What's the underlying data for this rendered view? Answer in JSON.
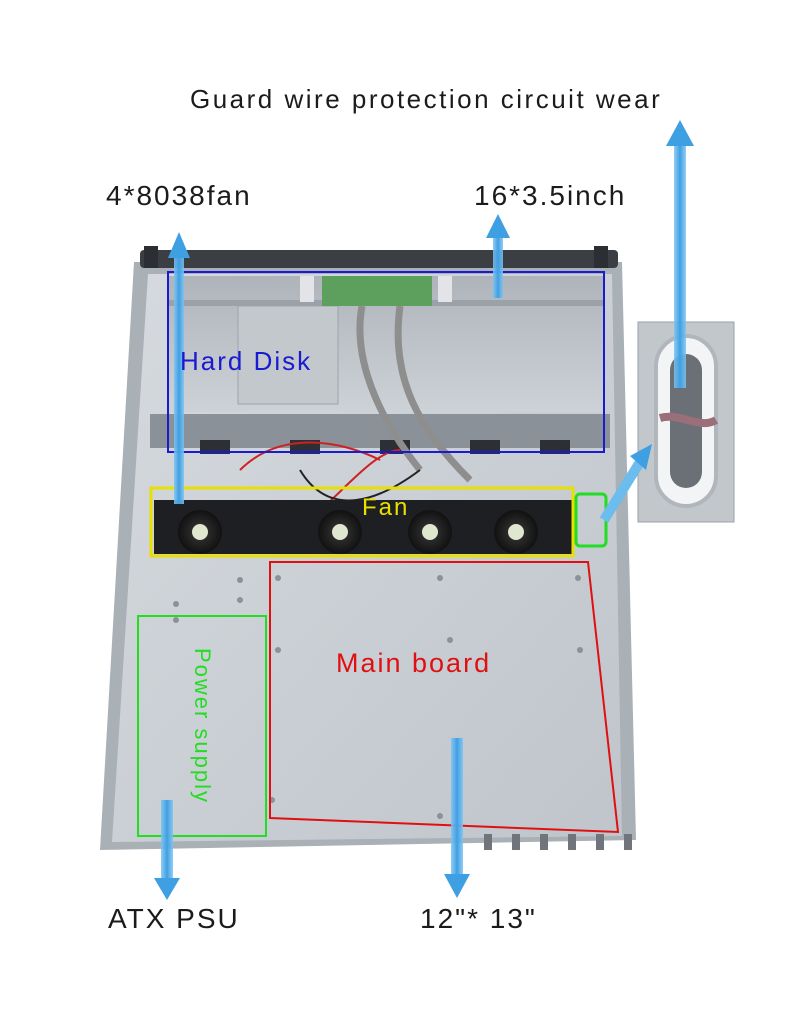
{
  "callouts": {
    "guard_wire": "Guard wire protection circuit wear",
    "fans": "4*8038fan",
    "drive_bays": "16*3.5inch",
    "psu": "ATX PSU",
    "mainboard_size": "12\"* 13\""
  },
  "zones": {
    "hard_disk": {
      "label": "Hard Disk",
      "color": "#1a1ad0"
    },
    "fan": {
      "label": "Fan",
      "color": "#e8e000"
    },
    "main_board": {
      "label": "Main board",
      "color": "#e01010"
    },
    "power_supply": {
      "label": "Power supply",
      "color": "#22dd22"
    },
    "guard_wire": {
      "label": "",
      "color": "#22dd22"
    }
  },
  "arrow_color": "#4aa8e8",
  "chassis_color": "#c9ced3"
}
